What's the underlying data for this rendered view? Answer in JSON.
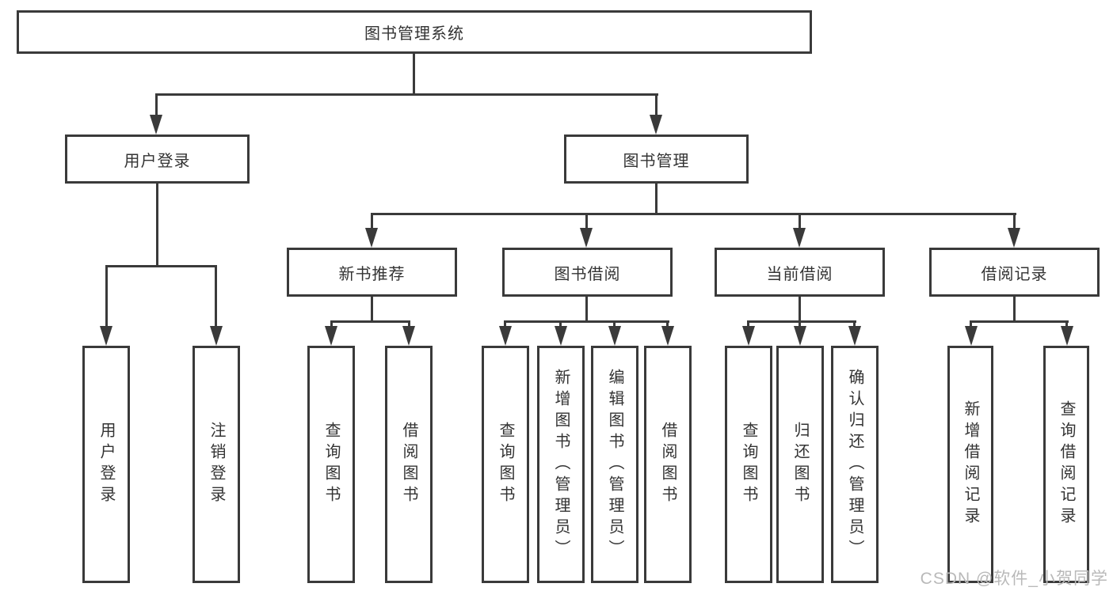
{
  "diagram": {
    "root": {
      "label": "图书管理系统"
    },
    "level2": {
      "user_login": {
        "label": "用户登录"
      },
      "book_mgmt": {
        "label": "图书管理"
      }
    },
    "level3": {
      "new_books": {
        "label": "新书推荐"
      },
      "book_borrow": {
        "label": "图书借阅"
      },
      "current_borrow": {
        "label": "当前借阅"
      },
      "borrow_records": {
        "label": "借阅记录"
      }
    },
    "leaves": {
      "user_login_1": "用户登录",
      "user_login_2": "注销登录",
      "new_books_1": "查询图书",
      "new_books_2": "借阅图书",
      "book_borrow_1": "查询图书",
      "book_borrow_2": "新增图书（管理员）",
      "book_borrow_3": "编辑图书（管理员）",
      "book_borrow_4": "借阅图书",
      "current_borrow_1": "查询图书",
      "current_borrow_2": "归还图书",
      "current_borrow_3": "确认归还（管理员）",
      "borrow_records_1": "新增借阅记录",
      "borrow_records_2": "查询借阅记录"
    }
  },
  "watermark": {
    "text": "CSDN @软件_小贺同学"
  },
  "colors": {
    "line": "#3a3a3a",
    "text": "#333333",
    "watermark": "#b9b9b9",
    "background": "#ffffff"
  }
}
